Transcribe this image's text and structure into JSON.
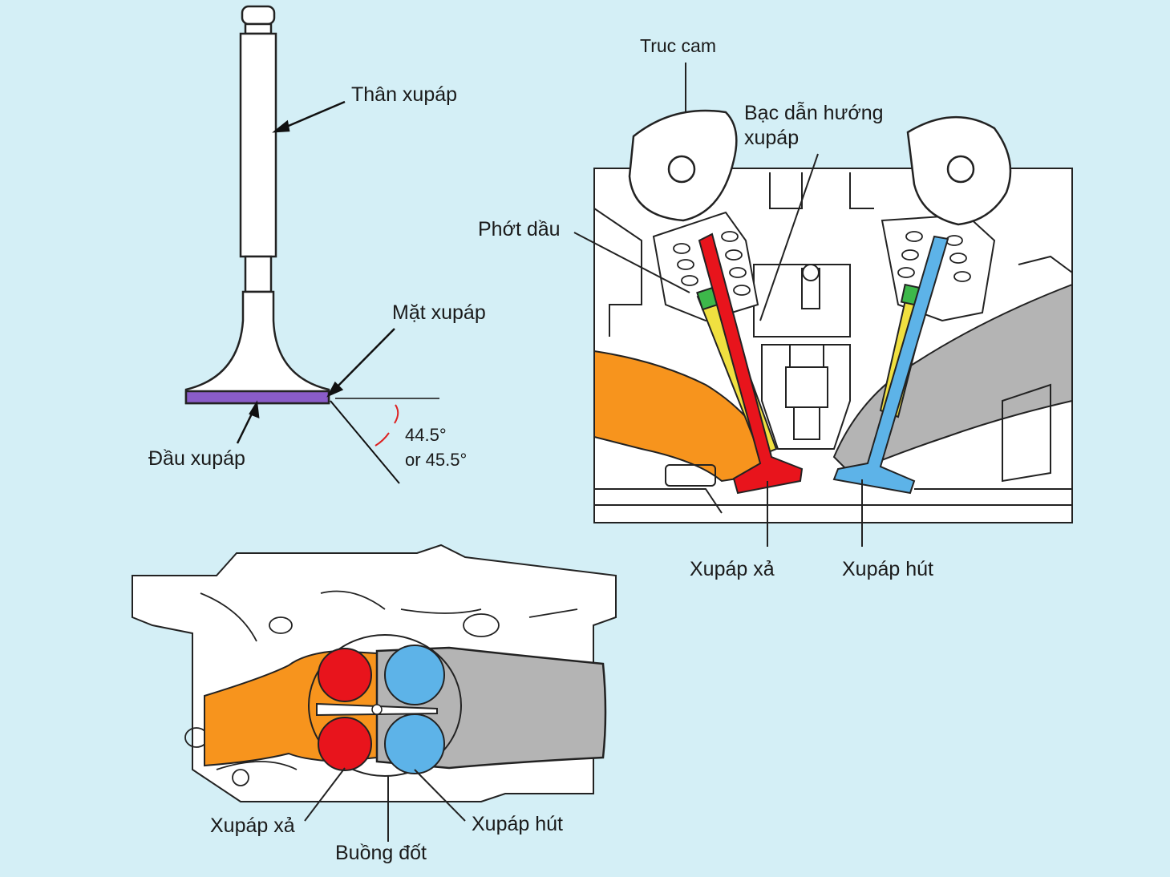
{
  "labels": {
    "than_xupap": "Thân xupáp",
    "mat_xupap": "Mặt xupáp",
    "dau_xupap": "Đầu xupáp",
    "angle_1": "44.5°",
    "angle_2": "or 45.5°",
    "truc_cam": "Truc cam",
    "bac_dan_line1": "Bạc dẫn hướng",
    "bac_dan_line2": "xupáp",
    "phot_dau": "Phớt dầu",
    "xupap_xa_top": "Xupáp xả",
    "xupap_hut_top": "Xupáp hút",
    "xupap_xa_bottom": "Xupáp xả",
    "xupap_hut_bottom": "Xupáp hút",
    "buong_dot": "Buồng đốt"
  },
  "colors": {
    "background": "#d4eff6",
    "exhaust_valve": "#e8141c",
    "intake_valve": "#5db3e8",
    "valve_guide": "#f0e040",
    "oil_seal": "#3db84a",
    "exhaust_port": "#f7941d",
    "intake_port": "#b4b4b4",
    "valve_face": "#8a5cc8"
  }
}
